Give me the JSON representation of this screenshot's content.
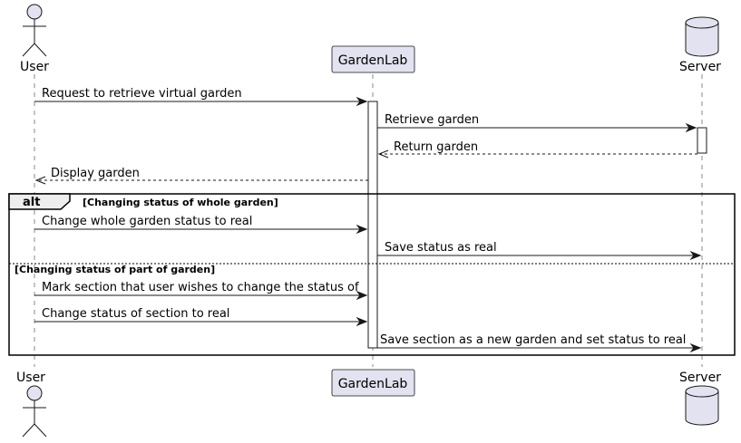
{
  "participants": {
    "user": {
      "label": "User",
      "kind": "actor-icon"
    },
    "gardenlab": {
      "label": "GardenLab",
      "kind": "participant-box"
    },
    "server": {
      "label": "Server",
      "kind": "database-icon"
    }
  },
  "messages": [
    {
      "from": "user",
      "to": "gardenlab",
      "label": "Request to retrieve virtual garden",
      "style": "solid"
    },
    {
      "from": "gardenlab",
      "to": "server",
      "label": "Retrieve garden",
      "style": "solid"
    },
    {
      "from": "server",
      "to": "gardenlab",
      "label": "Return garden",
      "style": "dashed"
    },
    {
      "from": "gardenlab",
      "to": "user",
      "label": "Display garden",
      "style": "dashed"
    },
    {
      "from": "user",
      "to": "gardenlab",
      "label": "Change whole garden status to real",
      "style": "solid"
    },
    {
      "from": "gardenlab",
      "to": "server",
      "label": "Save status as real",
      "style": "solid"
    },
    {
      "from": "user",
      "to": "gardenlab",
      "label": "Mark section that user wishes to change the status of",
      "style": "solid"
    },
    {
      "from": "user",
      "to": "gardenlab",
      "label": "Change status of section to real",
      "style": "solid"
    },
    {
      "from": "gardenlab",
      "to": "server",
      "label": "Save section as a new garden and set status to real",
      "style": "solid"
    }
  ],
  "alt_block": {
    "keyword": "alt",
    "condition_1": "[Changing status of whole garden]",
    "condition_2": "[Changing status of part of garden]"
  },
  "colors": {
    "participant_fill": "#e2e2f0",
    "line": "#181818"
  }
}
